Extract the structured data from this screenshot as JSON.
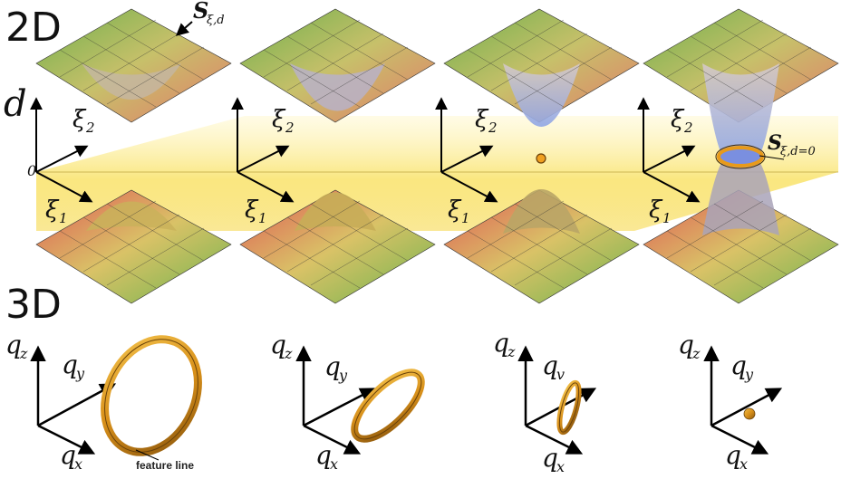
{
  "sections": {
    "top_label": "2D",
    "bottom_label": "3D"
  },
  "labels_2d": {
    "d_axis": "d",
    "zero_tick": "0",
    "xi1": "ξ",
    "xi1_sub": "1",
    "xi2": "ξ",
    "xi2_sub": "2",
    "surface_label_S": "S",
    "surface_label_sub": "ξ,d",
    "level_label_S": "S",
    "level_label_sub": "ξ,d=0"
  },
  "labels_3d": {
    "q": "q",
    "x_sub": "x",
    "y_sub": "y",
    "z_sub": "z",
    "v_sub": "v",
    "feature_line": "feature line"
  },
  "colors": {
    "plane_yellow": "#f7e25a",
    "ring_orange": "#e29a1d",
    "ring_dark": "#8a5a0c",
    "surface_red": "#e0625a",
    "surface_green": "#7cb84f",
    "surface_blue": "#7f9be0",
    "axis": "#000000"
  },
  "panels": [
    {
      "index": 1,
      "stage": "separated, upper surface dips toward plane"
    },
    {
      "index": 2,
      "stage": "upper and lower tips approach"
    },
    {
      "index": 3,
      "stage": "tips touch at a single point"
    },
    {
      "index": 4,
      "stage": "surfaces intersect forming a ring"
    }
  ]
}
